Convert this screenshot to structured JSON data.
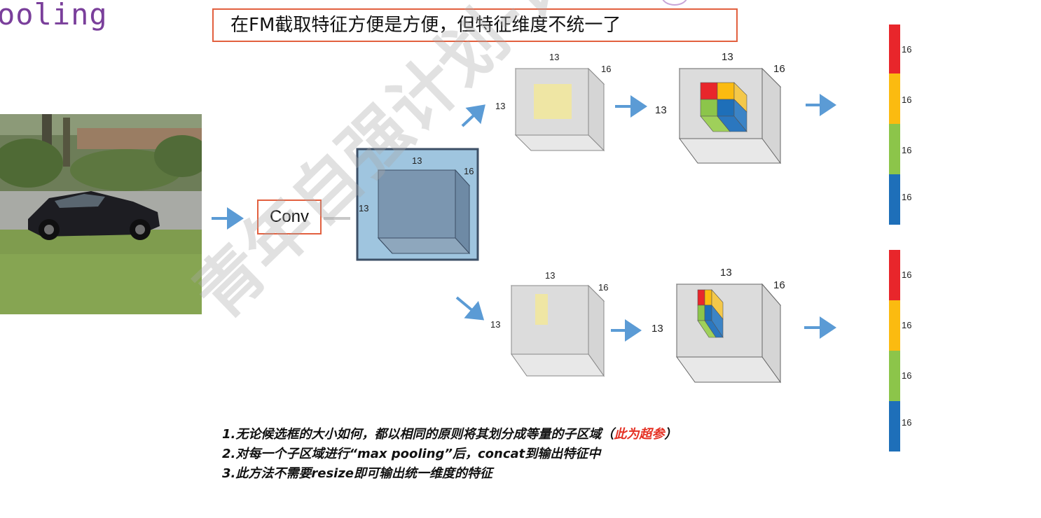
{
  "slide": {
    "title": "ooling"
  },
  "banner": {
    "text": "在FM截取特征方便是方便，但特征维度不统一了"
  },
  "conv": {
    "label": "Conv"
  },
  "feature_map": {
    "width": "13",
    "height": "13",
    "depth": "16"
  },
  "top_branch": {
    "roi": {
      "width": "13",
      "height": "13",
      "depth": "16"
    },
    "pooled": {
      "width": "13",
      "height": "13",
      "depth": "16"
    },
    "output_segments": [
      "16",
      "16",
      "16",
      "16"
    ]
  },
  "bottom_branch": {
    "roi": {
      "width": "13",
      "height": "13",
      "depth": "16"
    },
    "pooled": {
      "width": "13",
      "height": "13",
      "depth": "16"
    },
    "output_segments": [
      "16",
      "16",
      "16",
      "16"
    ]
  },
  "colors": {
    "red": "#e8262b",
    "yellow": "#fbbb10",
    "green": "#8cc54a",
    "blue": "#1e6fb9",
    "arrow": "#5b9bd5",
    "frame": "#e2603f"
  },
  "steps": {
    "line1_a": "1.无论候选框的大小如何，都以相同的原则将其划分成等量的子区域（",
    "line1_hl": "此为超参",
    "line1_b": "）",
    "line2": "2.对每一个子区域进行“max pooling”后，concat到输出特征中",
    "line3": "3.此方法不需要resize即可输出统一维度的特征"
  },
  "watermark": {
    "text": "青年自强计划-计算机视觉课程"
  }
}
